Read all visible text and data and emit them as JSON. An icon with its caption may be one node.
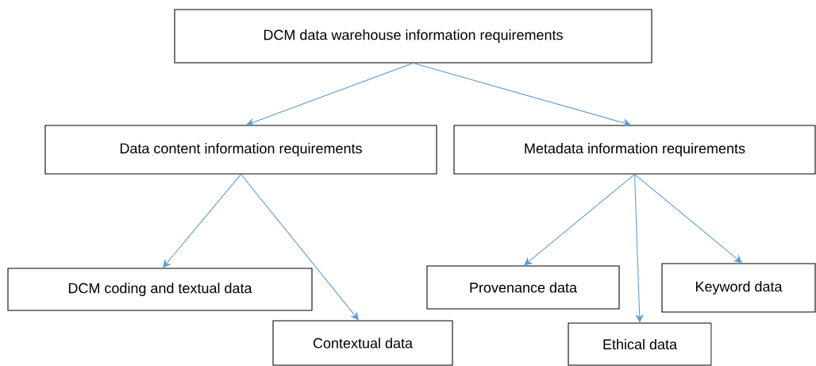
{
  "diagram": {
    "nodes": [
      {
        "text": [
          "DCM data warehouse information requirements"
        ]
      },
      {
        "text": [
          "Data content information requirements"
        ]
      },
      {
        "text": [
          "Metadata information requirements"
        ]
      },
      {
        "text": [
          "DCM coding and textual data"
        ]
      },
      {
        "text": [
          "Contextual data"
        ]
      },
      {
        "text": [
          "Provenance data"
        ]
      },
      {
        "text": [
          "Ethical data"
        ]
      },
      {
        "text": [
          "Keyword data"
        ]
      }
    ],
    "edges": [
      {
        "from": 0,
        "to": 1,
        "arrow": "to"
      },
      {
        "from": 0,
        "to": 2,
        "arrow": "to"
      },
      {
        "from": 1,
        "to": 3,
        "arrow": "to"
      },
      {
        "from": 1,
        "to": 4,
        "arrow": "to"
      },
      {
        "from": 2,
        "to": 5,
        "arrow": "to"
      },
      {
        "from": 2,
        "to": 6,
        "arrow": "to"
      },
      {
        "from": 2,
        "to": 7,
        "arrow": "to"
      }
    ]
  }
}
